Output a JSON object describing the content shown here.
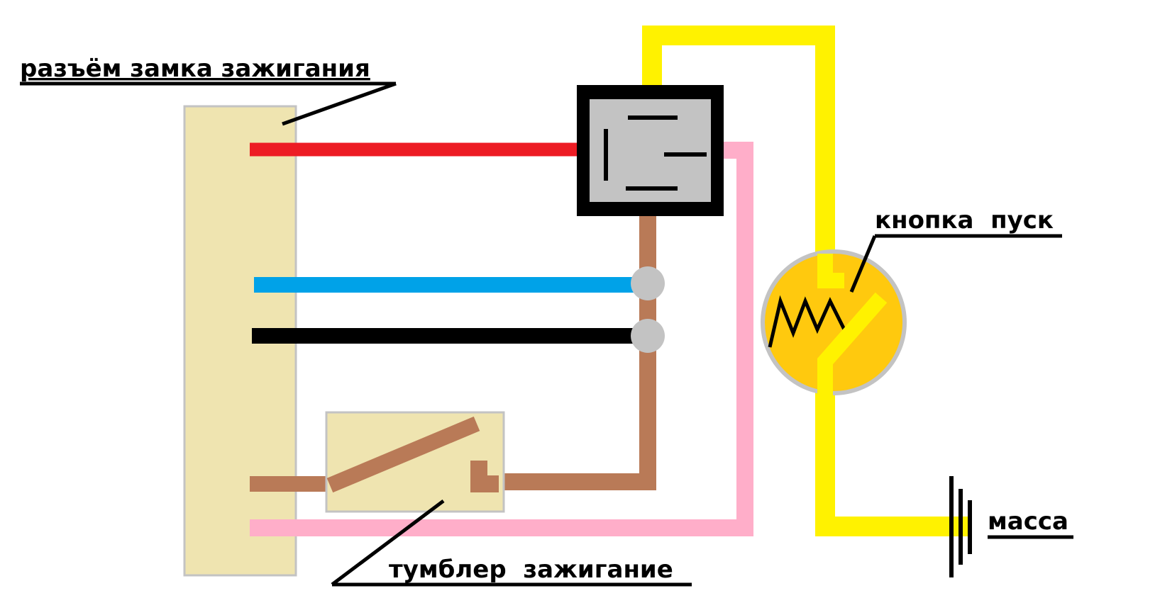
{
  "labels": {
    "ignition_connector": "разъём замка зажигания",
    "start_button": "кнопка  пуск",
    "ignition_toggle": "тумблер  зажигание",
    "ground": "масса"
  },
  "wire_colors": {
    "red": "#ed1c24",
    "blue": "#00a2e8",
    "black": "#000000",
    "brown": "#b97a57",
    "pink": "#ffaec9",
    "yellow": "#fff200"
  },
  "component_colors": {
    "connector_fill": "#efe4b0",
    "connector_border": "#c3c3c3",
    "relay_frame": "#000000",
    "relay_body": "#c3c3c3",
    "joint": "#c3c3c3",
    "button_fill": "#ffc90e",
    "button_border": "#c3c3c3"
  }
}
